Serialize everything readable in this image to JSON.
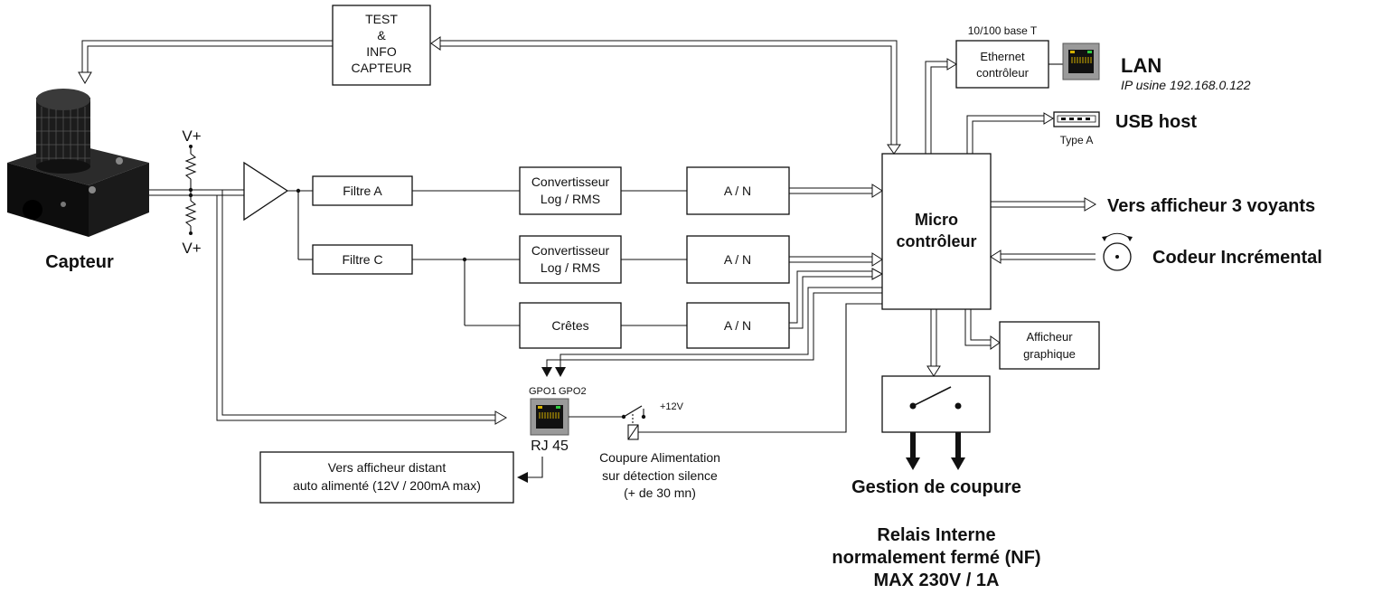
{
  "blocks": {
    "test_info": [
      "TEST",
      "&",
      "INFO",
      "CAPTEUR"
    ],
    "filtre_a": "Filtre A",
    "filtre_c": "Filtre C",
    "conv_a": [
      "Convertisseur",
      "Log / RMS"
    ],
    "conv_c": [
      "Convertisseur",
      "Log / RMS"
    ],
    "cretes": "Crêtes",
    "an_1": "A / N",
    "an_2": "A / N",
    "an_3": "A / N",
    "micro": [
      "Micro",
      "contrôleur"
    ],
    "ethernet": [
      "Ethernet",
      "contrôleur"
    ],
    "afficheur_graphique": [
      "Afficheur",
      "graphique"
    ],
    "afficheur_distant": [
      "Vers afficheur distant",
      "auto alimenté (12V / 200mA max)"
    ]
  },
  "labels": {
    "capteur": "Capteur",
    "v_plus_top": "V+",
    "v_plus_bottom": "V+",
    "base_t": "10/100 base T",
    "lan": "LAN",
    "ip": "IP usine 192.168.0.122",
    "usb_host": "USB host",
    "type_a": "Type A",
    "vers_afficheur": "Vers afficheur 3 voyants",
    "codeur": "Codeur Incrémental",
    "gpo1": "GPO1",
    "gpo2": "GPO2",
    "rj45": "RJ 45",
    "plus12v": "+12V",
    "coupure": [
      "Coupure Alimentation",
      "sur détection silence",
      "(+ de 30 mn)"
    ],
    "gestion": "Gestion de coupure",
    "relais": [
      "Relais Interne",
      "normalement fermé (NF)",
      "MAX 230V / 1A"
    ]
  }
}
